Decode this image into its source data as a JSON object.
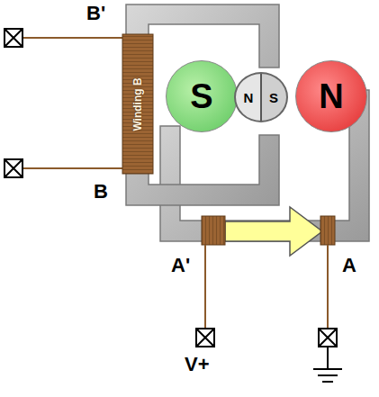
{
  "diagram": {
    "nodes": [
      {
        "text": [
          "Winding B"
        ]
      },
      {
        "text": [
          "S"
        ]
      },
      {
        "text": [
          "N",
          "S"
        ]
      },
      {
        "text": [
          "N"
        ]
      }
    ],
    "labels": [
      "B'",
      "B",
      "A'",
      "A",
      "V+"
    ]
  }
}
